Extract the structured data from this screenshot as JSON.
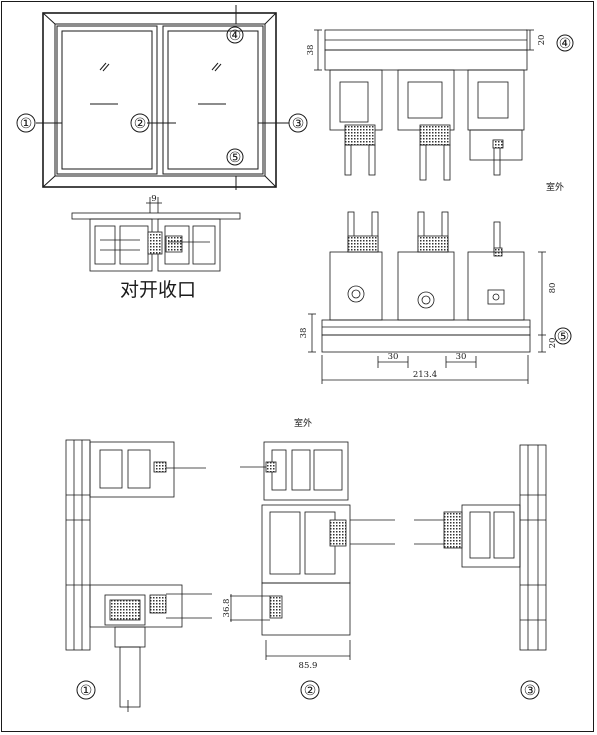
{
  "window_elevation": {
    "markers": [
      "①",
      "②",
      "③",
      "④",
      "⑤"
    ]
  },
  "section_top": {
    "dim_38": "38",
    "dim_20": "20",
    "marker": "④",
    "exterior_label": "室外"
  },
  "sliding_detail": {
    "dim_9": "9",
    "caption": "对开收口"
  },
  "section_bottom": {
    "dim_80": "80",
    "dim_38": "38",
    "dim_20": "20",
    "dim_30a": "30",
    "dim_30b": "30",
    "dim_total": "213.4",
    "marker": "⑤"
  },
  "plan_sections": {
    "exterior_label": "室外",
    "dim_36_8": "36.8",
    "dim_85_9": "85.9",
    "markers": [
      "①",
      "②",
      "③"
    ]
  },
  "colors": {
    "line": "#1a1a1a",
    "hatch": "#555555",
    "background": "#ffffff"
  }
}
